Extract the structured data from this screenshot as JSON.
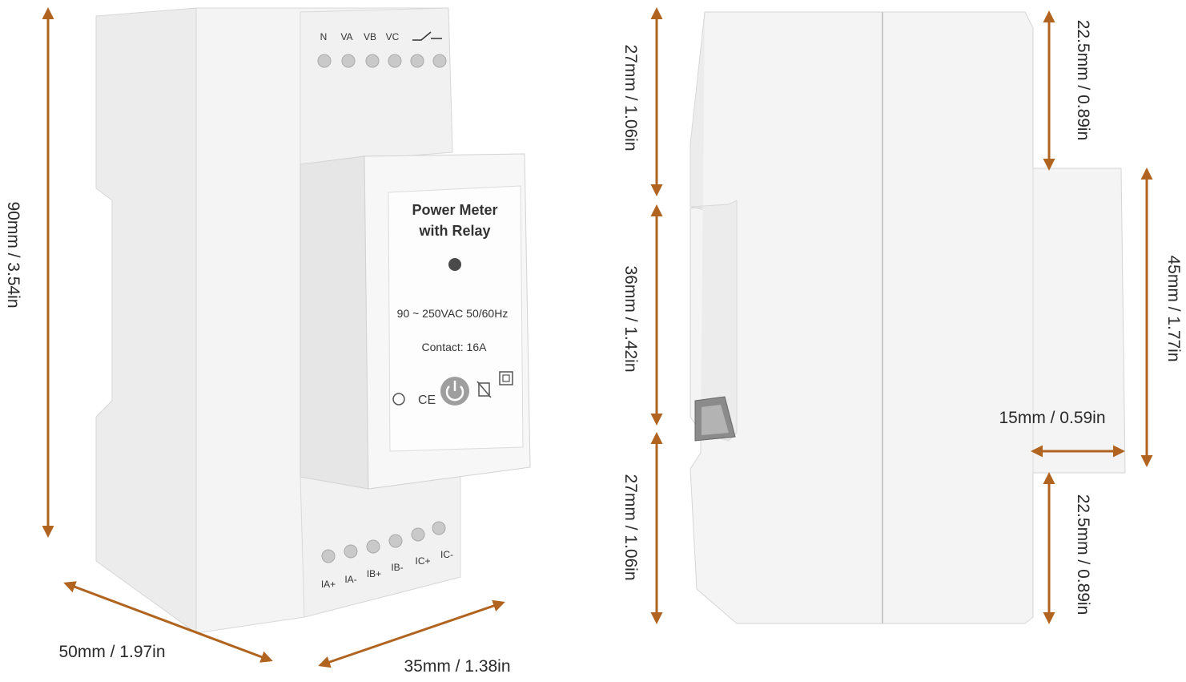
{
  "product": {
    "label_title_line1": "Power Meter",
    "label_title_line2": "with Relay",
    "label_voltage": "90 ~ 250VAC 50/60Hz",
    "label_contact": "Contact: 16A",
    "top_terminals": [
      "N",
      "VA",
      "VB",
      "VC"
    ],
    "bottom_terminals": [
      "IA+",
      "IA-",
      "IB+",
      "IB-",
      "IC+",
      "IC-"
    ]
  },
  "dimensions": {
    "height_total": "90mm / 3.54in",
    "width_front": "50mm / 1.97in",
    "depth": "35mm / 1.38in",
    "side_top": "27mm / 1.06in",
    "side_middle": "36mm / 1.42in",
    "side_bottom": "27mm / 1.06in",
    "right_top": "22.5mm / 0.89in",
    "right_middle": "45mm / 1.77in",
    "right_step": "15mm / 0.59in",
    "right_bottom": "22.5mm / 0.89in"
  },
  "colors": {
    "arrow": "#b0641f",
    "housing": "#f2f2f2",
    "housing_shade": "#e2e2e2",
    "text": "#2a2a2a"
  }
}
